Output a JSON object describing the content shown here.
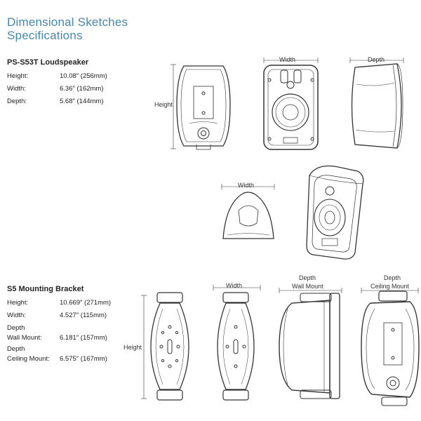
{
  "title": {
    "line1": "Dimensional Sketches",
    "line2": "Specifications"
  },
  "loudspeaker": {
    "heading": "PS-S53T Loudspeaker",
    "specs": [
      {
        "label": "Height:",
        "value": "10.08″ (256mm)"
      },
      {
        "label": "Width:",
        "value": "6.36″ (162mm)"
      },
      {
        "label": "Depth:",
        "value": "5.68″ (144mm)"
      }
    ]
  },
  "bracket": {
    "heading": "S5 Mounting Bracket",
    "specs": [
      {
        "label": "Height:",
        "value": "10.669″ (271mm)"
      },
      {
        "label": "Width:",
        "value": "4.527″ (115mm)"
      },
      {
        "label": "Depth",
        "label2": "Wall Mount:",
        "value": "6.181″ (157mm)"
      },
      {
        "label": "Depth",
        "label2": "Ceiling Mount:",
        "value": "6.575″ (167mm)"
      }
    ]
  },
  "dim_labels": {
    "height": "Height",
    "width": "Width",
    "depth": "Depth",
    "wall_mount": "Wall Mount",
    "ceiling_mount": "Ceiling Mount"
  }
}
